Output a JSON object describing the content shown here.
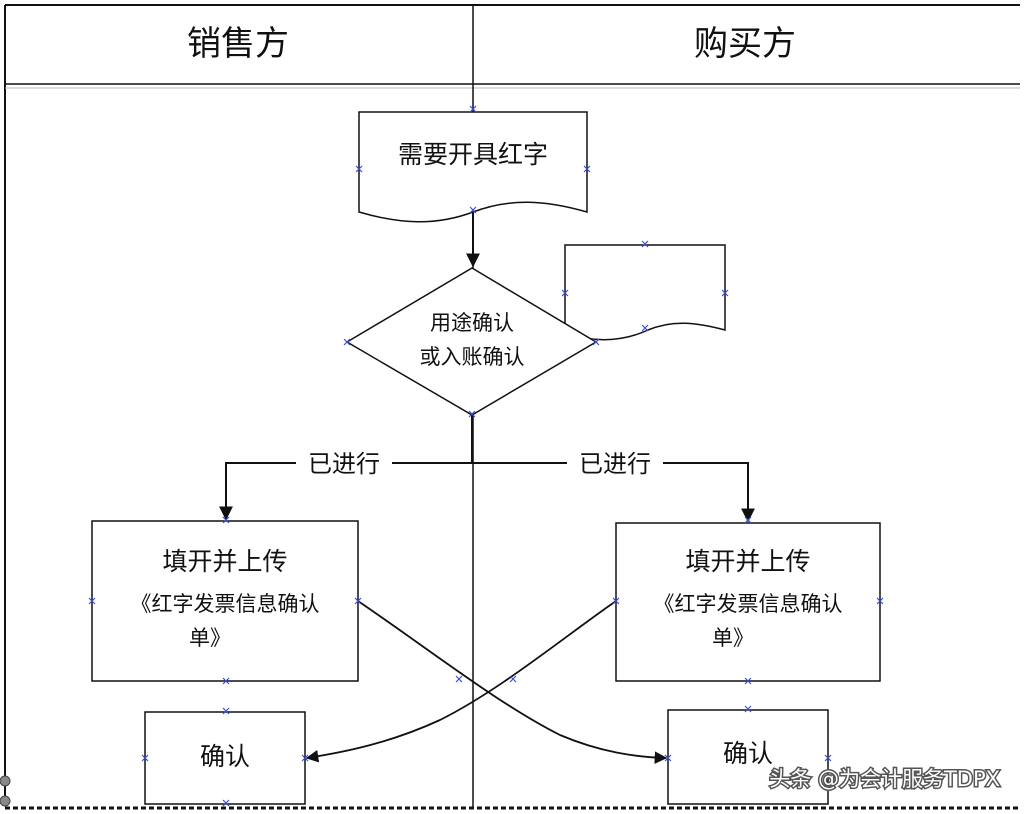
{
  "lanes": {
    "seller": "销售方",
    "buyer": "购买方"
  },
  "nodes": {
    "start_doc": "需要开具红字",
    "decision_line1": "用途确认",
    "decision_line2": "或入账确认",
    "seller_fill_line1": "填开并上传",
    "seller_fill_line2": "《红字发票信息确认",
    "seller_fill_line3": "单》",
    "buyer_fill_line1": "填开并上传",
    "buyer_fill_line2": "《红字发票信息确认",
    "buyer_fill_line3": "单》",
    "seller_confirm": "确认",
    "buyer_confirm": "确认"
  },
  "edges": {
    "left_branch_label": "已进行",
    "right_branch_label": "已进行"
  },
  "watermark": "头条 @为会计服务TDPX",
  "colors": {
    "line": "#111111",
    "connection_point": "#3a4fd0",
    "background": "#ffffff"
  }
}
